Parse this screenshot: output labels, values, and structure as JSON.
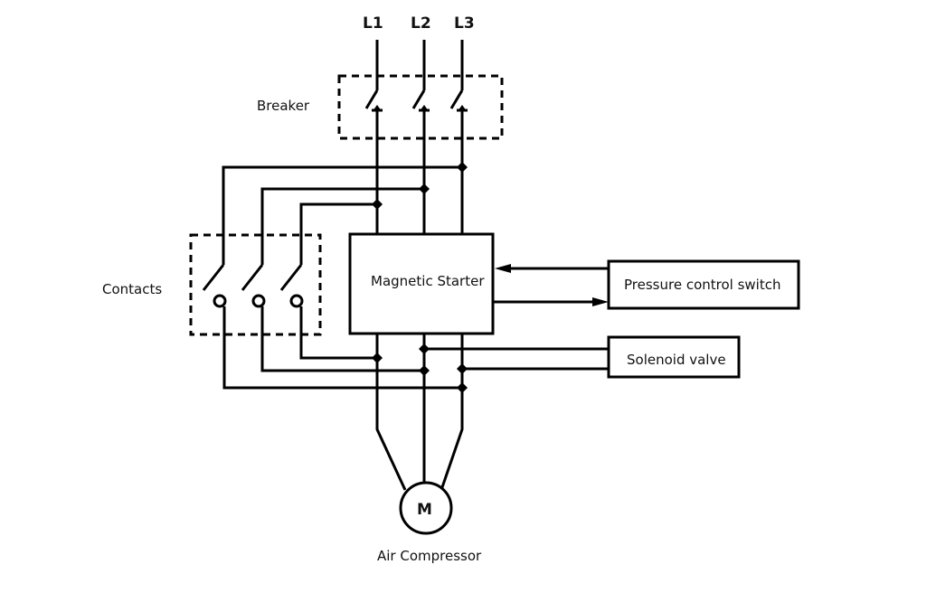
{
  "lines": [
    "L1",
    "L2",
    "L3"
  ],
  "labels": {
    "breaker": "Breaker",
    "contacts": "Contacts",
    "starter": "Magnetic Starter",
    "pressure_switch": "Pressure control switch",
    "solenoid": "Solenoid valve",
    "motor": "M",
    "compressor": "Air Compressor"
  }
}
